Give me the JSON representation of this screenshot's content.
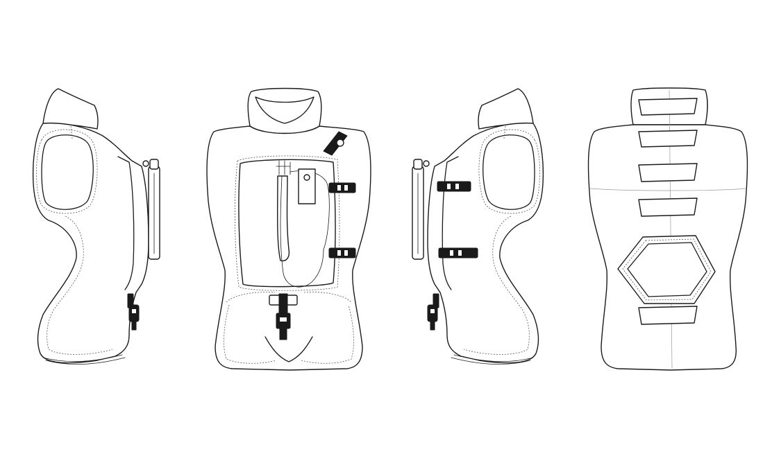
{
  "figure": {
    "background": "#ffffff",
    "line_color": "#1a1a1a",
    "accent_color": "#1a1a1a",
    "views": [
      {
        "id": "left-side"
      },
      {
        "id": "front"
      },
      {
        "id": "right-side"
      },
      {
        "id": "back"
      }
    ]
  }
}
